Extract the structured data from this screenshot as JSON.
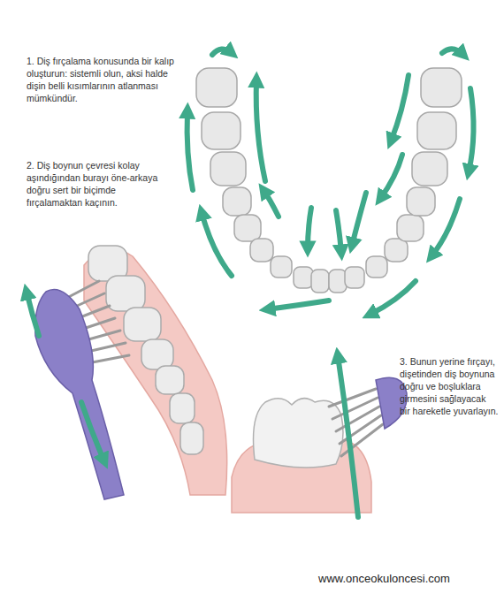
{
  "diagram": {
    "labels": [
      "1. Diş fırçalama konusunda bir kalıp oluşturun: sistemli olun, aksi halde dişin belli kısımlarının atlanması mümkündür.",
      "2. Diş boynun çevresi kolay aşındığından burayı öne-arkaya doğru sert bir biçimde fırçalamaktan kaçının.",
      "3. Bunun yerine fırçayı, dişetinden diş boynuna doğru ve boşluklara girmesini sağlayacak bir hareketle yuvarlayın.",
      "www.onceokuloncesi.com"
    ]
  }
}
